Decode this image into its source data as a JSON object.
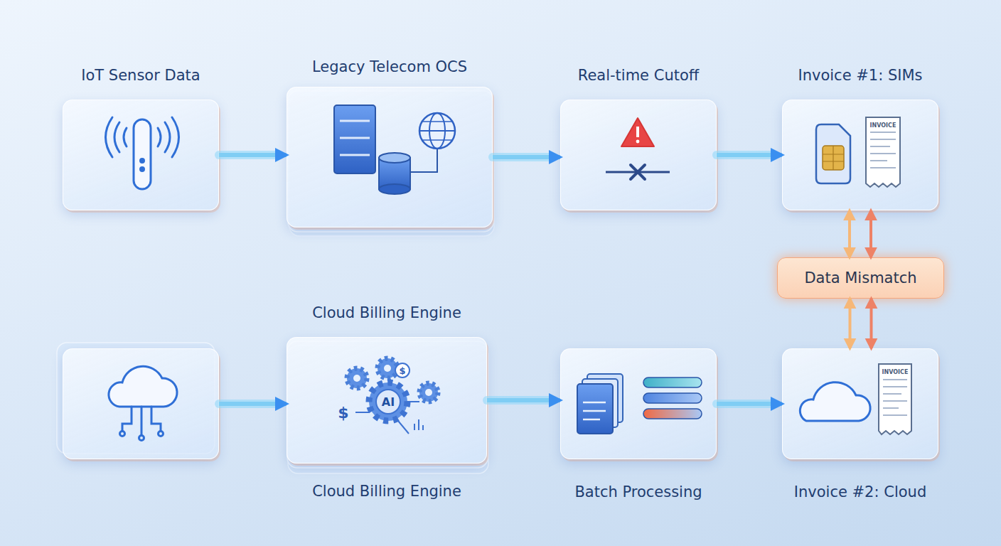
{
  "diagram": {
    "nodes": [
      {
        "text": [
          "IoT Sensor Data"
        ]
      },
      {
        "text": [
          "Legacy Telecom OCS"
        ]
      },
      {
        "text": [
          "Real-time Cutoff"
        ]
      },
      {
        "text": [
          "Invoice #1: SIMs"
        ]
      },
      {
        "text": [
          "Data Mismatch"
        ]
      },
      {
        "text": []
      },
      {
        "text": [
          "Cloud Billing Engine",
          "Cloud Billing Engine"
        ]
      },
      {
        "text": [
          "Batch Processing"
        ]
      },
      {
        "text": [
          "Invoice #2: Cloud"
        ]
      }
    ],
    "edges": [
      {
        "from": 0,
        "to": 1,
        "arrow": "to"
      },
      {
        "from": 1,
        "to": 2,
        "arrow": "to"
      },
      {
        "from": 2,
        "to": 3,
        "arrow": "to"
      },
      {
        "from": 3,
        "to": 4,
        "arrow": "both"
      },
      {
        "from": 4,
        "to": 8,
        "arrow": "both"
      },
      {
        "from": 5,
        "to": 6,
        "arrow": "to"
      },
      {
        "from": 6,
        "to": 7,
        "arrow": "to"
      },
      {
        "from": 7,
        "to": 8,
        "arrow": "to"
      }
    ],
    "labels": [
      "INVOICE",
      "$",
      "AI",
      "$",
      "INVOICE"
    ]
  }
}
